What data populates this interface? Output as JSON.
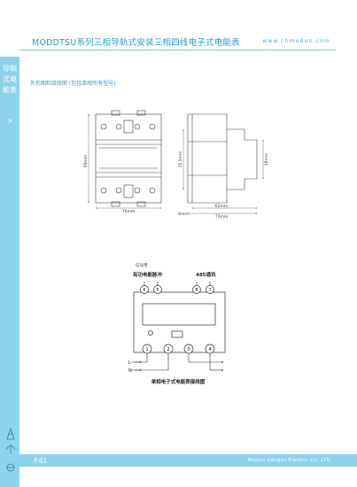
{
  "sidebar": {
    "label": "导轨式电能表",
    "arrow": ">"
  },
  "header": {
    "title": "MODDTSU系列三相导轨式安装三相四线电子式电能表",
    "url": "www.chmodun.com"
  },
  "section": {
    "title": "外形图和接线图 (包括单相所有型号)"
  },
  "dimensions": {
    "front_width": "76mm",
    "front_height": "99mm",
    "side_inner_height": "35.5mm",
    "side_outer_height": "48mm",
    "side_depth": "62mm",
    "side_total_depth": "73mm",
    "side_offset": "6mm"
  },
  "wiring": {
    "top_note": "信号用",
    "pulse_label": "有功电能脉冲",
    "comm_label": "485通讯",
    "top_terminals": [
      "6",
      "5",
      "8",
      "7"
    ],
    "bottom_terminals": [
      "1",
      "2",
      "3",
      "4"
    ],
    "l_label": "L",
    "n_label": "N",
    "caption": "单相电子式电能表接线图"
  },
  "footer": {
    "page": "P.61",
    "company": "Modun Jiangsu Electric Co.,LTD"
  },
  "colors": {
    "accent": "#2a9fd0",
    "band": "#8dd3ec"
  }
}
